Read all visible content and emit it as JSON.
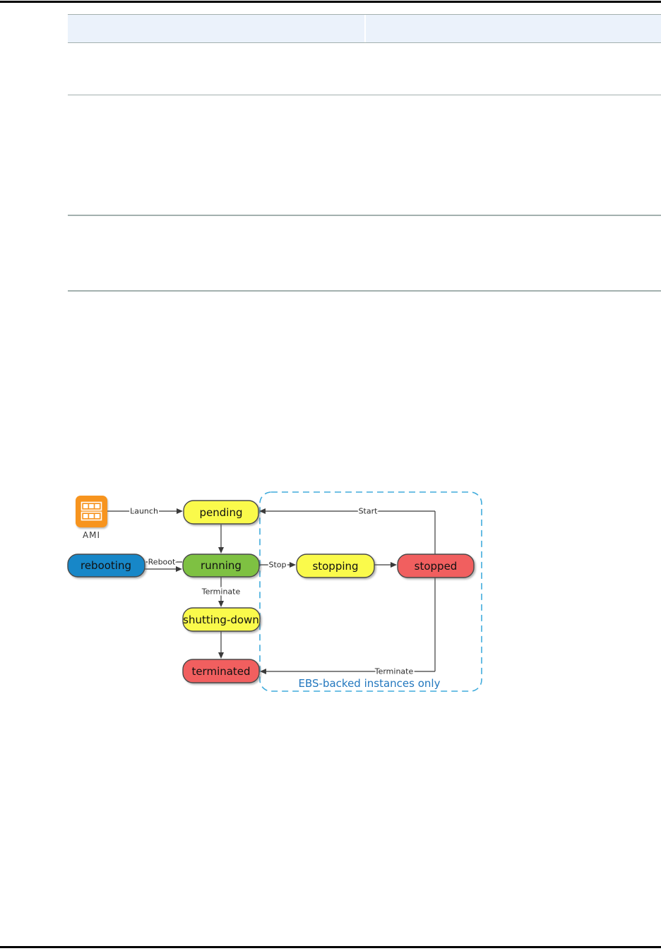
{
  "table": {
    "header": {
      "col1": "",
      "col2": ""
    },
    "rows": [
      "",
      "",
      ""
    ],
    "colors": {
      "header_bg": "#EBF2FB",
      "line": "#A3B0AE"
    }
  },
  "diagram": {
    "ami_label": "AMI",
    "ebs_note": "EBS-backed instances only",
    "nodes": {
      "pending": {
        "label": "pending",
        "color": "#FAFA4B"
      },
      "running": {
        "label": "running",
        "color": "#7EC142"
      },
      "rebooting": {
        "label": "rebooting",
        "color": "#1787C8"
      },
      "stopping": {
        "label": "stopping",
        "color": "#FAFA4B"
      },
      "stopped": {
        "label": "stopped",
        "color": "#F15F5F"
      },
      "shutting_down": {
        "label": "shutting-down",
        "color": "#FAFA4B"
      },
      "terminated": {
        "label": "terminated",
        "color": "#F15F5F"
      }
    },
    "edges": {
      "launch": "Launch",
      "start": "Start",
      "stop": "Stop",
      "reboot": "Reboot",
      "terminate_running": "Terminate",
      "terminate_stopped": "Terminate"
    },
    "colors": {
      "ami_orange": "#F7941E",
      "dashed_border": "#41ACDC",
      "ebs_text": "#2277BE",
      "line": "#3B3B3B",
      "node_border": "#4A4A4A"
    }
  }
}
